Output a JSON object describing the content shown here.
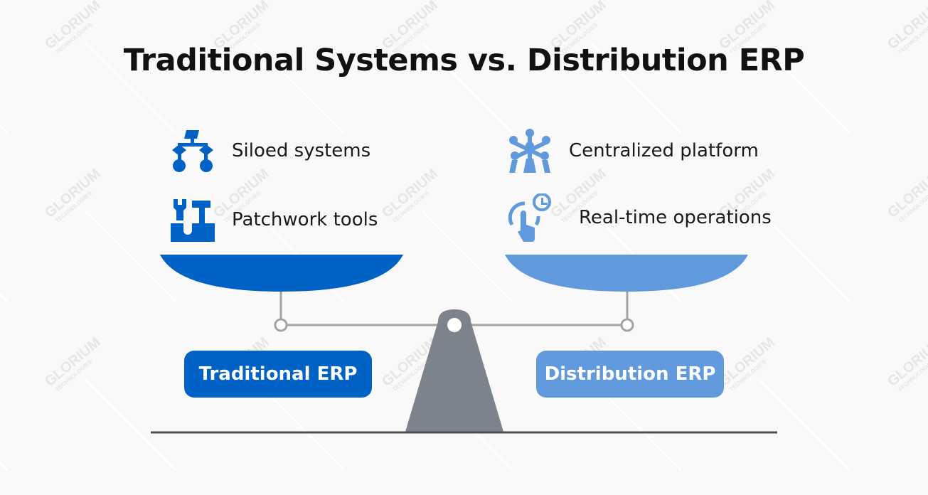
{
  "title": "Traditional Systems vs. Distribution ERP",
  "watermark": "GLORIUM TECHNOLOGIES",
  "colors": {
    "traditional": "#0062c4",
    "distribution": "#6199dd",
    "fulcrum": "#7d838b",
    "beam": "#a3a3a3",
    "base": "#4a4d55"
  },
  "left": {
    "items": [
      {
        "icon": "hierarchy-icon",
        "label": "Siloed systems"
      },
      {
        "icon": "tools-icon",
        "label": "Patchwork tools"
      }
    ],
    "button": "Traditional ERP"
  },
  "right": {
    "items": [
      {
        "icon": "atomium-icon",
        "label": "Centralized platform"
      },
      {
        "icon": "touch-clock-icon",
        "label": "Real-time operations"
      }
    ],
    "button": "Distribution ERP"
  }
}
